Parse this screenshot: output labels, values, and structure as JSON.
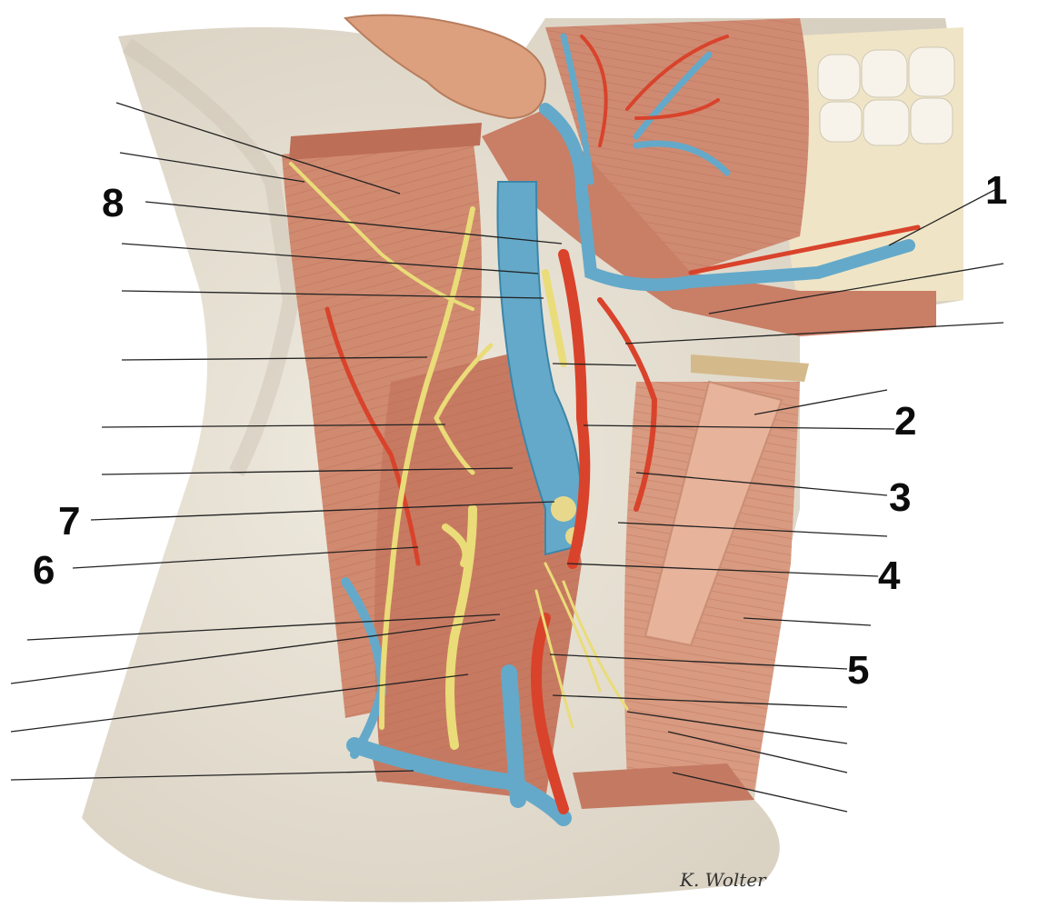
{
  "figure": {
    "labels": [
      {
        "id": "1",
        "text": "1"
      },
      {
        "id": "2",
        "text": "2"
      },
      {
        "id": "3",
        "text": "3"
      },
      {
        "id": "4",
        "text": "4"
      },
      {
        "id": "5",
        "text": "5"
      },
      {
        "id": "6",
        "text": "6"
      },
      {
        "id": "7",
        "text": "7"
      },
      {
        "id": "8",
        "text": "8"
      }
    ],
    "signature": "K. Wolter"
  },
  "colors": {
    "skin": "#e9e3d6",
    "skin_shadow": "#d3cbbb",
    "muscle": "#cf8a72",
    "muscle_dark": "#b56a55",
    "vein": "#64a9c9",
    "vein_dark": "#3d86a8",
    "artery": "#d9432b",
    "nerve": "#eadc78",
    "bone": "#f1e8cf",
    "tooth": "#f7f3ea",
    "leader": "#222222"
  }
}
